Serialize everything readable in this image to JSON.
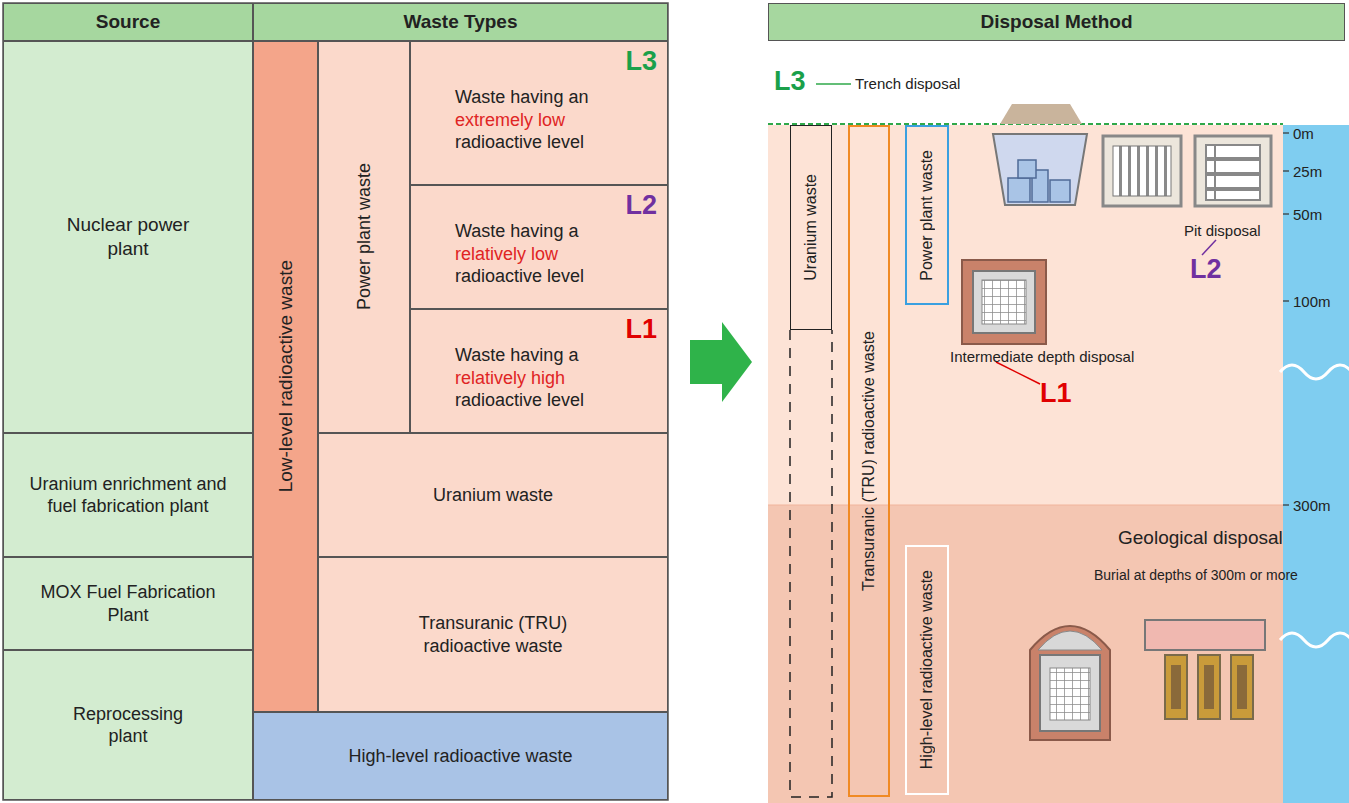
{
  "diagram": {
    "nodes": [
      {
        "text": [
          "Source"
        ]
      },
      {
        "text": [
          "Waste Types"
        ]
      },
      {
        "text": [
          "Nuclear power plant"
        ]
      },
      {
        "text": [
          "Low-level radioactive waste"
        ]
      },
      {
        "text": [
          "Power plant waste"
        ]
      },
      {
        "text": [
          "Waste having an",
          "extremely low",
          "radioactive level",
          "L3"
        ]
      },
      {
        "text": [
          "Waste having a",
          "relatively low",
          "radioactive level",
          "L2"
        ]
      },
      {
        "text": [
          "Waste having a",
          "relatively high",
          "radioactive level",
          "L1"
        ]
      },
      {
        "text": [
          "Uranium enrichment and fuel fabrication plant"
        ]
      },
      {
        "text": [
          "Uranium waste"
        ]
      },
      {
        "text": [
          "MOX Fuel Fabrication Plant"
        ]
      },
      {
        "text": [
          "Transuranic (TRU) radioactive waste"
        ]
      },
      {
        "text": [
          "Reprocessing plant"
        ]
      },
      {
        "text": [
          "High-level radioactive waste"
        ]
      },
      {
        "text": [
          "Disposal Method"
        ]
      },
      {
        "text": [
          "Uranium waste"
        ]
      },
      {
        "text": [
          "Transuranic (TRU) radioactive waste"
        ]
      },
      {
        "text": [
          "Power plant waste"
        ]
      },
      {
        "text": [
          "High-level radioactive waste"
        ]
      }
    ],
    "labels": [
      "L3",
      "Trench disposal",
      "Pit disposal",
      "L2",
      "Intermediate depth disposal",
      "L1",
      "Geological disposal",
      "Burial at depths of 300m or more",
      "0m",
      "25m",
      "50m",
      "100m",
      "300m"
    ]
  }
}
